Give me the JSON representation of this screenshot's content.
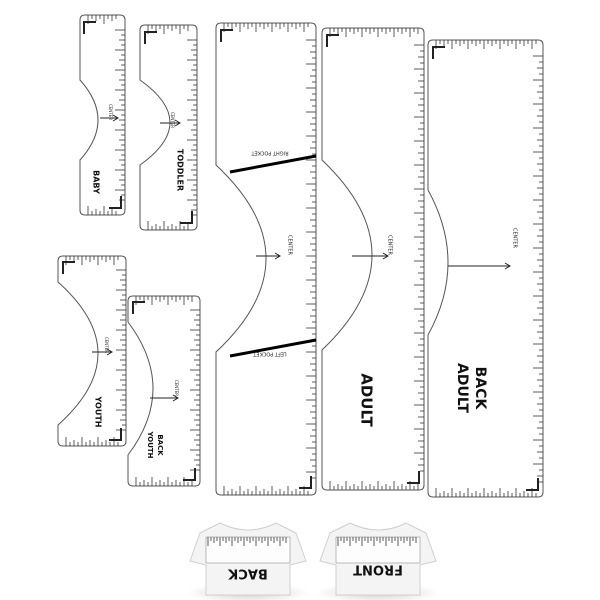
{
  "rulers": {
    "baby": {
      "label": "BABY",
      "center_label": "CENTER"
    },
    "toddler": {
      "label": "TODDLER",
      "center_label": "CENTER"
    },
    "youth": {
      "label": "YOUTH",
      "center_label": "CENTER"
    },
    "youth_back": {
      "label_line1": "YOUTH",
      "label_line2": "BACK",
      "center_label": "CENTER"
    },
    "adult_pocket": {
      "right_pocket_label": "RIGHT POCKET",
      "left_pocket_label": "LEFT POCKET",
      "center_label": "CENTER"
    },
    "adult": {
      "label": "ADULT",
      "center_label": "CENTER"
    },
    "adult_back": {
      "label_line1": "ADULT",
      "label_line2": "BACK",
      "center_label": "CENTER"
    }
  },
  "shirts": {
    "back": {
      "label": "BACK"
    },
    "front": {
      "label": "FRONT"
    }
  }
}
